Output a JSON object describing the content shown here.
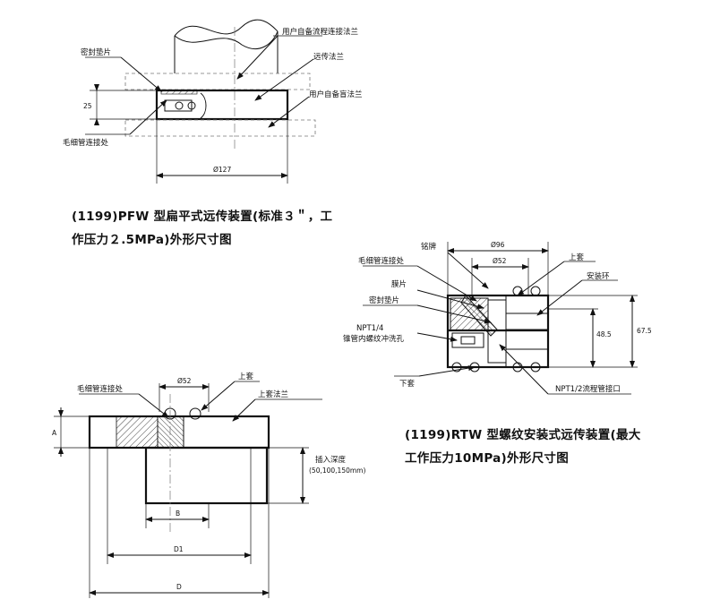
{
  "pfw": {
    "labels": {
      "user_process_flange": "用户自备流程连接法兰",
      "gasket": "密封垫片",
      "remote_flange": "远传法兰",
      "user_blind_flange": "用户自备盲法兰",
      "capillary_joint": "毛细管连接处"
    },
    "dims": {
      "height": "25",
      "diameter": "Ø127"
    },
    "caption_line1": "(1199)PFW 型扁平式远传装置(标准３＂，工",
    "caption_line2": "作压力２.5MPa)外形尺寸图"
  },
  "rtw": {
    "labels": {
      "nameplate": "铭牌",
      "capillary_joint": "毛细管连接处",
      "diaphragm": "膜片",
      "gasket": "密封垫片",
      "npt": "NPT1/4",
      "cone_hole": "锥管内螺纹冲洗孔",
      "lower_sleeve": "下套",
      "upper_sleeve": "上套",
      "mounting_ring": "安装环",
      "npt_process": "NPT1/2流程管接口"
    },
    "dims": {
      "d96": "Ø96",
      "d52": "Ø52",
      "h48": "48.5",
      "h67": "67.5"
    },
    "caption_line1": "(1199)RTW 型螺纹安装式远传装置(最大",
    "caption_line2": "工作压力10MPa)外形尺寸图"
  },
  "insert": {
    "labels": {
      "capillary_joint": "毛细管连接处",
      "upper_sleeve": "上套",
      "upper_flange": "上套法兰",
      "insert_depth": "插入深度",
      "depth_values": "(50,100,150mm)"
    },
    "dims": {
      "d52": "Ø52",
      "a": "A",
      "b": "B",
      "d1": "D1",
      "d": "D"
    }
  }
}
